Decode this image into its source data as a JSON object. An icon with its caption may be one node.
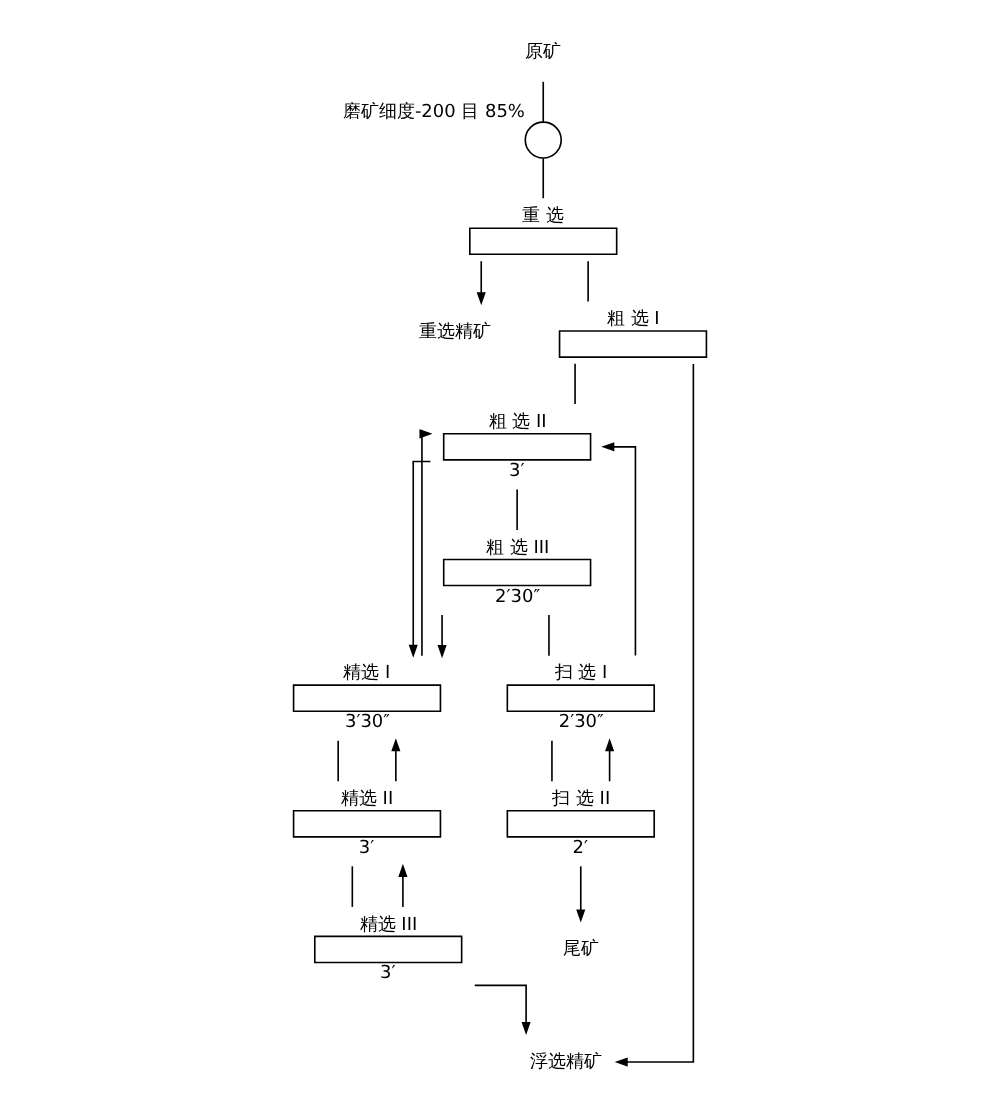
{
  "diagram": {
    "nodes": [
      {
        "text": [
          "原矿"
        ]
      },
      {
        "text": [],
        "shape": "circle",
        "beside": [
          "磨矿细度-200 目 85%"
        ]
      },
      {
        "text": [
          "重 选"
        ]
      },
      {
        "text": [
          "重选精矿"
        ]
      },
      {
        "text": [
          "粗 选 I"
        ]
      },
      {
        "text": [
          "粗 选 II"
        ],
        "beside": [
          "3′"
        ]
      },
      {
        "text": [
          "粗 选 III"
        ],
        "beside": [
          "2′30″"
        ]
      },
      {
        "text": [
          "精选 I"
        ],
        "beside": [
          "3′30″"
        ]
      },
      {
        "text": [
          "扫 选 I"
        ],
        "beside": [
          "2′30″"
        ]
      },
      {
        "text": [
          "精选 II"
        ],
        "beside": [
          "3′"
        ]
      },
      {
        "text": [
          "扫 选 II"
        ],
        "beside": [
          "2′"
        ]
      },
      {
        "text": [
          "精选 III"
        ],
        "beside": [
          "3′"
        ]
      },
      {
        "text": [
          "浮选精矿"
        ]
      },
      {
        "text": [
          "尾矿"
        ]
      }
    ],
    "edges": [
      {
        "from": 0,
        "to": 1,
        "arrow": "none"
      },
      {
        "from": 1,
        "to": 2,
        "arrow": "none"
      },
      {
        "from": 2,
        "to": 3,
        "arrow": "to"
      },
      {
        "from": 2,
        "to": 4,
        "arrow": "none"
      },
      {
        "from": 4,
        "to": 12,
        "arrow": "to"
      },
      {
        "from": 4,
        "to": 5,
        "arrow": "none"
      },
      {
        "from": 5,
        "to": 7,
        "arrow": "to"
      },
      {
        "from": 5,
        "to": 6,
        "arrow": "none"
      },
      {
        "from": 6,
        "to": 7,
        "arrow": "to"
      },
      {
        "from": 6,
        "to": 8,
        "arrow": "none"
      },
      {
        "from": 7,
        "to": 9,
        "arrow": "none"
      },
      {
        "from": 7,
        "to": 5,
        "arrow": "to"
      },
      {
        "from": 8,
        "to": 5,
        "arrow": "to"
      },
      {
        "from": 8,
        "to": 10,
        "arrow": "none"
      },
      {
        "from": 10,
        "to": 8,
        "arrow": "to"
      },
      {
        "from": 10,
        "to": 13,
        "arrow": "to"
      },
      {
        "from": 9,
        "to": 11,
        "arrow": "none"
      },
      {
        "from": 9,
        "to": 7,
        "arrow": "to"
      },
      {
        "from": 11,
        "to": 9,
        "arrow": "to"
      },
      {
        "from": 11,
        "to": 12,
        "arrow": "to"
      }
    ]
  }
}
